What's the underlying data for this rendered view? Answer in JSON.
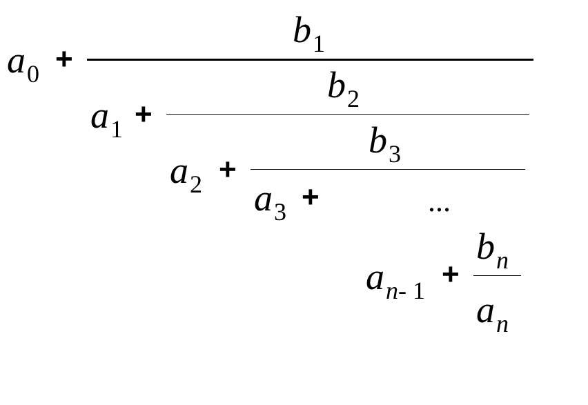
{
  "terms": {
    "a0": {
      "base": "a",
      "sub": "0"
    },
    "a1": {
      "base": "a",
      "sub": "1"
    },
    "a2": {
      "base": "a",
      "sub": "2"
    },
    "a3": {
      "base": "a",
      "sub": "3"
    },
    "an1": {
      "base": "a",
      "sub_var": "n",
      "sub_rest": "- 1"
    },
    "an": {
      "base": "a",
      "sub_var": "n"
    },
    "b1": {
      "base": "b",
      "sub": "1"
    },
    "b2": {
      "base": "b",
      "sub": "2"
    },
    "b3": {
      "base": "b",
      "sub": "3"
    },
    "bn": {
      "base": "b",
      "sub_var": "n"
    }
  },
  "plus": "+",
  "ellipsis": "..."
}
